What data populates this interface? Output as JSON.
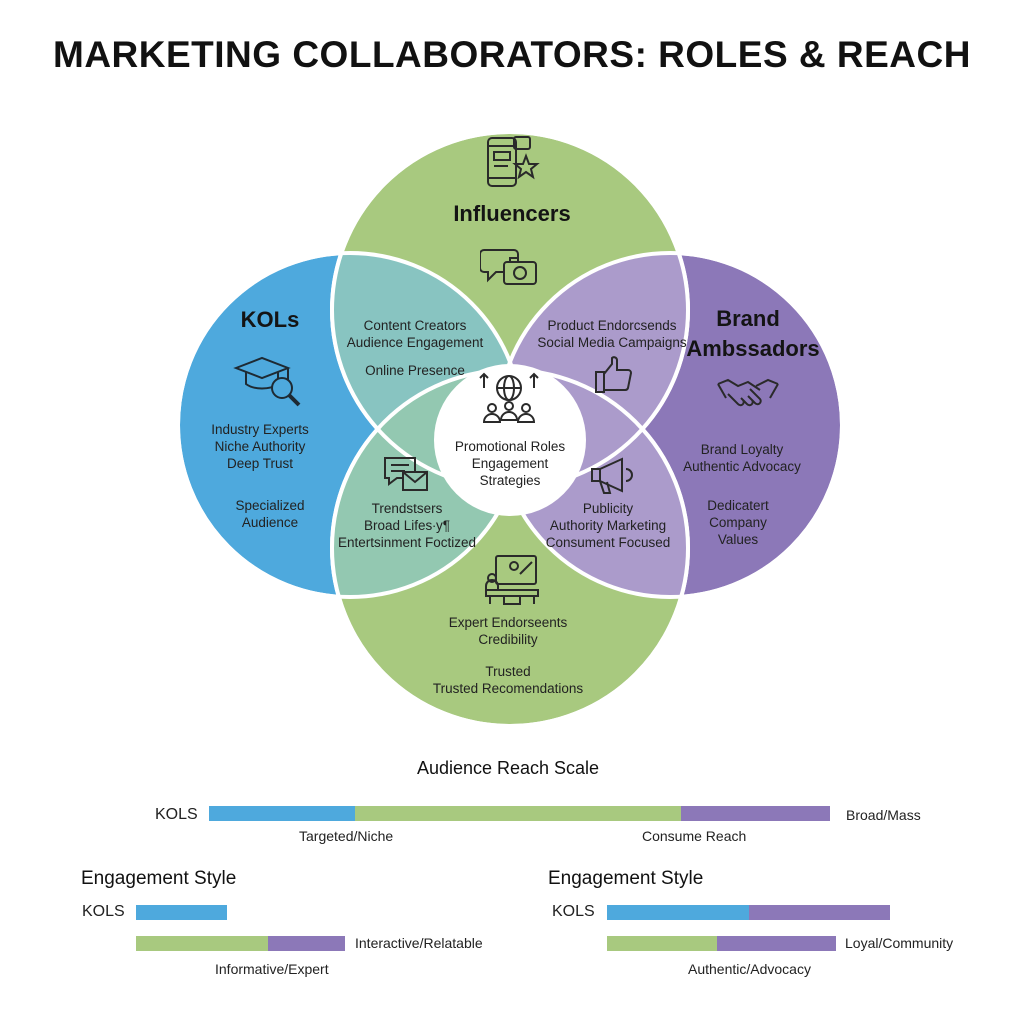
{
  "title": "MARKETING COLLABORATORS: ROLES & REACH",
  "colors": {
    "kols": "#4ea9dd",
    "influencers": "#a8c97f",
    "brand_ambassadors": "#8c78b8",
    "overlap_kol_influencer": "#88c4c1",
    "overlap_influencer_brand": "#ab9bcb",
    "center": "#ffffff"
  },
  "circles": {
    "kols": {
      "name": "KOLs",
      "icon": "graduation-cap-magnifier-icon",
      "lines": [
        "Industry Experts",
        "Niche Authority",
        "Deep Trust"
      ],
      "extra": [
        "Specialized",
        "Audience"
      ]
    },
    "influencers": {
      "name": "Influencers",
      "icons": [
        "smartphone-social-icon",
        "chat-camera-icon"
      ]
    },
    "brand_ambassadors": {
      "name_line1": "Brand",
      "name_line2": "Ambssadors",
      "icon": "handshake-icon",
      "lines": [
        "Brand Loyalty",
        "Authentic Advocacy"
      ],
      "extra": [
        "Dedicatert",
        "Company",
        "Values"
      ]
    },
    "bottom": {
      "icon": "presenter-desk-icon",
      "lines": [
        "Expert Endorseents",
        "Credibility"
      ],
      "extra": [
        "Trusted",
        "Trusted Recomendations"
      ]
    }
  },
  "overlaps": {
    "kol_influencer": [
      "Content Creators",
      "Audience Engagement"
    ],
    "kol_influencer_extra": "Online Presence",
    "influencer_brand": [
      "Product Endorcsends",
      "Social Media Campaigns"
    ],
    "influencer_brand_icon": "thumbs-up-icon",
    "lower_left_icon": "chat-bubbles-icon",
    "lower_left": [
      "Trendstsers",
      "Broad Lifes∙y¶",
      "Entertsinment Foctized"
    ],
    "lower_right_icon": "megaphone-icon",
    "lower_right": [
      "Publicity",
      "Authority Marketing",
      "Consument Focused"
    ]
  },
  "center": {
    "icon": "network-people-icon",
    "lines": [
      "Promotional Roles",
      "Engagement",
      "Strategies"
    ]
  },
  "reach_scale": {
    "title": "Audience Reach Scale",
    "left_label": "KOLS",
    "right_label": "Broad/Mass",
    "segments": [
      {
        "color": "#4ea9dd",
        "share": 0.235
      },
      {
        "color": "#a8c97f",
        "share": 0.525
      },
      {
        "color": "#8c78b8",
        "share": 0.24
      }
    ],
    "below_labels": [
      "Targeted/Niche",
      "Consume Reach"
    ]
  },
  "engagement_left": {
    "title": "Engagement Style",
    "row_label": "KOLS",
    "bar1": [
      {
        "color": "#4ea9dd",
        "share": 1
      }
    ],
    "bar2": [
      {
        "color": "#a8c97f",
        "share": 0.63
      },
      {
        "color": "#8c78b8",
        "share": 0.37
      }
    ],
    "bar2_right_label": "Interactive/Relatable",
    "below_label": "Informative/Expert"
  },
  "engagement_right": {
    "title": "Engagement Style",
    "row_label": "KOLS",
    "bar1": [
      {
        "color": "#4ea9dd",
        "share": 0.5
      },
      {
        "color": "#8c78b8",
        "share": 0.5
      }
    ],
    "bar2": [
      {
        "color": "#a8c97f",
        "share": 0.48
      },
      {
        "color": "#8c78b8",
        "share": 0.52
      }
    ],
    "bar2_right_label": "Loyal/Community",
    "below_label": "Authentic/Advocacy"
  }
}
